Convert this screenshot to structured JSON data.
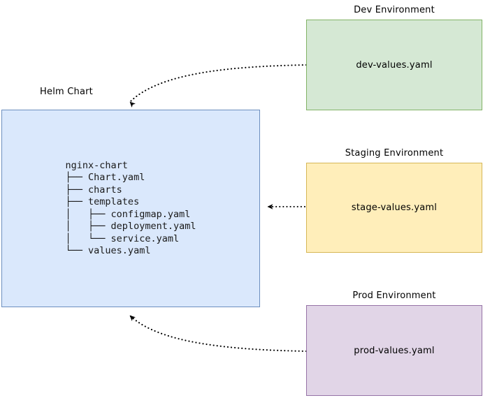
{
  "diagram": {
    "type": "flow-diagram",
    "background_color": "#ffffff",
    "nodes": [
      {
        "id": "helm-chart",
        "caption": "Helm Chart",
        "body": "nginx-chart\n├── Chart.yaml\n├── charts\n├── templates\n│   ├── configmap.yaml\n│   ├── deployment.yaml\n│   └── service.yaml\n└── values.yaml",
        "fill": "#dae8fc",
        "stroke": "#6c8ebf"
      },
      {
        "id": "dev",
        "caption": "Dev Environment",
        "body": "dev-values.yaml",
        "fill": "#d5e8d4",
        "stroke": "#82b366"
      },
      {
        "id": "stage",
        "caption": "Staging Environment",
        "body": "stage-values.yaml",
        "fill": "#ffeeba",
        "stroke": "#d6b656"
      },
      {
        "id": "prod",
        "caption": "Prod Environment",
        "body": "prod-values.yaml",
        "fill": "#e1d5e7",
        "stroke": "#9673a6"
      }
    ],
    "edges": [
      {
        "id": "dev-to-helm",
        "from": "dev",
        "to": "helm-chart",
        "style": "dotted",
        "arrow": "end"
      },
      {
        "id": "stage-to-helm",
        "from": "stage",
        "to": "helm-chart",
        "style": "dotted",
        "arrow": "end"
      },
      {
        "id": "prod-to-helm",
        "from": "prod",
        "to": "helm-chart",
        "style": "dotted",
        "arrow": "end"
      }
    ],
    "edge_color": "#000000"
  }
}
